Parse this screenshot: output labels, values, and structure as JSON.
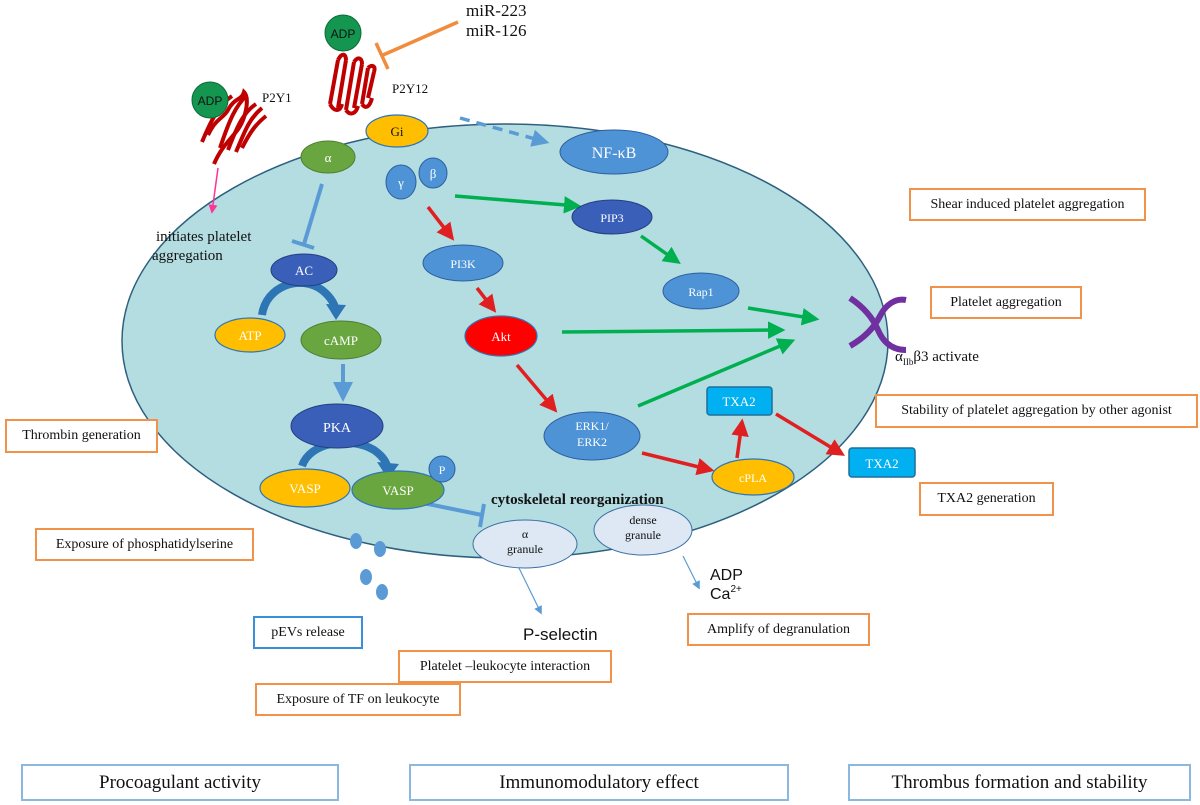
{
  "receptors": {
    "p2y1": {
      "label": "P2Y1",
      "ligand": "ADP"
    },
    "p2y12": {
      "label": "P2Y12",
      "ligand": "ADP"
    },
    "mirna": {
      "line1": "miR-223",
      "line2": "miR-126"
    }
  },
  "nodes": {
    "gi": "Gi",
    "alpha": "α",
    "gamma": "γ",
    "beta": "β",
    "nfkb": "NF-κB",
    "pip3": "PIP3",
    "pi3k": "PI3K",
    "rap1": "Rap1",
    "ac": "AC",
    "atp": "ATP",
    "camp": "cAMP",
    "akt": "Akt",
    "pka": "PKA",
    "erk_line1": "ERK1/",
    "erk_line2": "ERK2",
    "vasp1": "VASP",
    "vasp2": "VASP",
    "phospho": "P",
    "txa2_inner": "TXA2",
    "txa2_outer": "TXA2",
    "cpla": "cPLA",
    "alpha_granule_line1": "α",
    "alpha_granule_line2": "granule",
    "dense_granule_line1": "dense",
    "dense_granule_line2": "granule"
  },
  "labels": {
    "initiates_line1": "initiates platelet",
    "initiates_line2": "aggregation",
    "cytoskeletal": "cytoskeletal reorganization",
    "integrin_alpha": "α",
    "integrin_sub": "IIb",
    "integrin_rest": "β3  activate",
    "adp_release": "ADP",
    "ca_release": "Ca",
    "ca_sup": "2+",
    "pselectin": "P-selectin"
  },
  "boxes": {
    "shear": "Shear induced platelet aggregation",
    "platelet_aggregation": "Platelet aggregation",
    "stability": "Stability of platelet aggregation by other agonist",
    "thrombin": "Thrombin generation",
    "txa2_generation": "TXA2 generation",
    "phosphatidylserine": "Exposure of phosphatidylserine",
    "pevs": "pEVs release",
    "amplify": "Amplify of degranulation",
    "leukocyte_interaction": "Platelet –leukocyte interaction",
    "tf_exposure": "Exposure of TF on leukocyte"
  },
  "footer": {
    "procoagulant": "Procoagulant activity",
    "immunomodulatory": "Immunomodulatory effect",
    "thrombus": "Thrombus formation and stability"
  },
  "colors": {
    "cell": "#b4dde2",
    "cell_border": "#2d5f7e",
    "node_blue": "#4d93d6",
    "node_dark": "#3a5fb8",
    "node_green": "#6aa640",
    "node_yellow": "#ffbf00",
    "node_red": "#ff0000",
    "adp_green": "#149650",
    "receptor": "#c00000",
    "txa2": "#00b0f0",
    "arrow_green": "#00b050",
    "arrow_red": "#e02020",
    "arrow_blue": "#5b9bd5",
    "arrow_orange": "#f08c3c",
    "arrow_pink": "#ff3399",
    "box_orange": "#f0924a",
    "box_blue": "#3a8fd6"
  }
}
